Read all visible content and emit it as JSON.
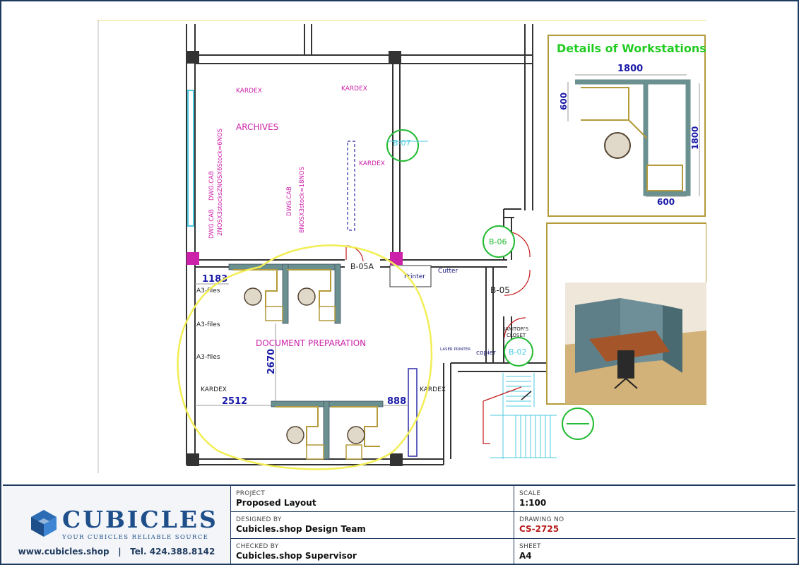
{
  "plan": {
    "rooms": {
      "archives": "ARCHIVES",
      "document_preparation": "DOCUMENT PREPARATION",
      "janitors_closet_line1": "JANITOR'S",
      "janitors_closet_line2": "CLOSET"
    },
    "labels": {
      "kardex_1": "KARDEX",
      "kardex_2": "KARDEX",
      "kardex_3": "KARDEX",
      "kardex_4": "KARDEX",
      "kardex_5": "KARDEX",
      "dwg_cab_1": "DWG.CAB",
      "dwg_cab_2": "DWG.CAB",
      "dwg_cab_3": "DWG.CAB",
      "stock_text_1": "2NOSX3stocksZNOSX6Stock=6NOS",
      "stock_text_2": "8NOSX3stock=18NOS",
      "a3_files_1": "A3-files",
      "a3_files_2": "A3-files",
      "a3_files_3": "A3-files",
      "printer": "Printer",
      "cutter": "Cutter",
      "laser_printer": "LASER PRINTER",
      "copier": "copier"
    },
    "dimensions": {
      "d1183": "1183",
      "d2670": "2670",
      "d2512": "2512",
      "d888": "888"
    },
    "grid_tags": {
      "b07": "B-07",
      "b06": "B-06",
      "b05a": "B-05A",
      "b05": "B-05",
      "b02": "B-02"
    }
  },
  "details": {
    "title": "Details of Workstations",
    "width_top": "1800",
    "depth_left": "600",
    "height_right": "1800",
    "width_bottom": "600"
  },
  "title_block": {
    "brand": "CUBICLES",
    "tagline": "YOUR CUBICLES RELIABLE SOURCE",
    "website": "www.cubicles.shop",
    "separator": "|",
    "phone": "Tel. 424.388.8142",
    "project_label": "PROJECT",
    "project_value": "Proposed Layout",
    "scale_label": "SCALE",
    "scale_value": "1:100",
    "designed_label": "DESIGNED BY",
    "designed_value": "Cubicles.shop Design Team",
    "drawing_label": "DRAWING NO",
    "drawing_value": "CS-2725",
    "checked_label": "CHECKED BY",
    "checked_value": "Cubicles.shop Supervisor",
    "sheet_label": "SHEET",
    "sheet_value": "A4"
  },
  "colors": {
    "frame": "#1f3a5f",
    "brand_blue": "#1f4f8a",
    "magenta_text": "#cc22aa",
    "dimension_blue": "#1a1aa8",
    "grid_green": "#22bb33",
    "highlight_yellow": "#f2ee55",
    "details_green": "#22cc22",
    "drawing_no_red": "#b81c1c"
  }
}
